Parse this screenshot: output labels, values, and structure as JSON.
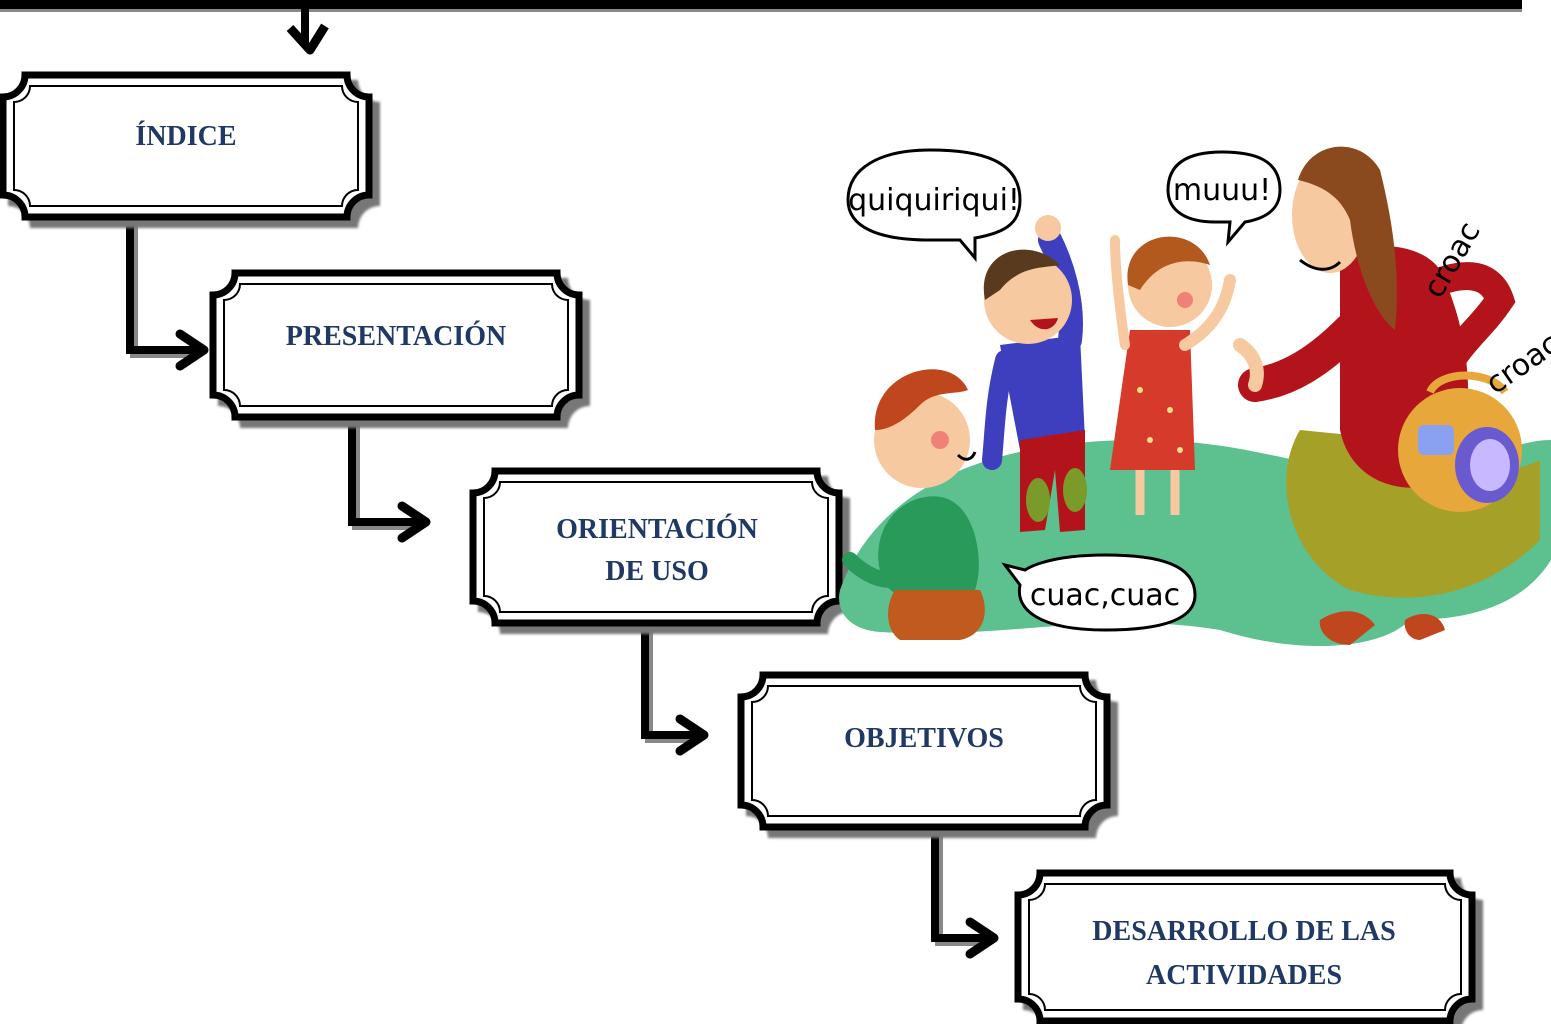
{
  "colors": {
    "box_text": "#1f3864",
    "frame": "#000000",
    "ground": "#5cc08f",
    "teacher_shirt": "#b3141b"
  },
  "boxes": [
    {
      "line1": "ÍNDICE",
      "line2": ""
    },
    {
      "line1": "PRESENTACIÓN",
      "line2": ""
    },
    {
      "line1": "ORIENTACIÓN",
      "line2": "DE USO"
    },
    {
      "line1": "OBJETIVOS",
      "line2": ""
    },
    {
      "line1": "DESARROLLO DE LAS",
      "line2": "ACTIVIDADES"
    }
  ],
  "illustration": {
    "bubbles": {
      "rooster": "quiquiriqui!",
      "cow": "muuu!",
      "duck": "cuac,cuac"
    },
    "sfx": {
      "croac_big": "croac",
      "croac_small": "croac"
    }
  }
}
